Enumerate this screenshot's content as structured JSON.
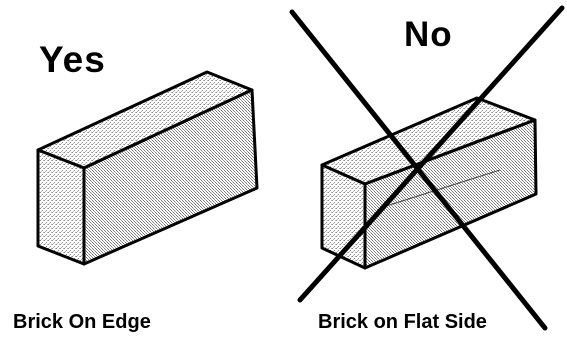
{
  "left_panel": {
    "heading": "Yes",
    "caption": "Brick On Edge"
  },
  "right_panel": {
    "heading": "No",
    "caption": "Brick on Flat Side"
  },
  "colors": {
    "ink": "#000000",
    "background": "#ffffff",
    "stipple": "#8a8a8a"
  }
}
